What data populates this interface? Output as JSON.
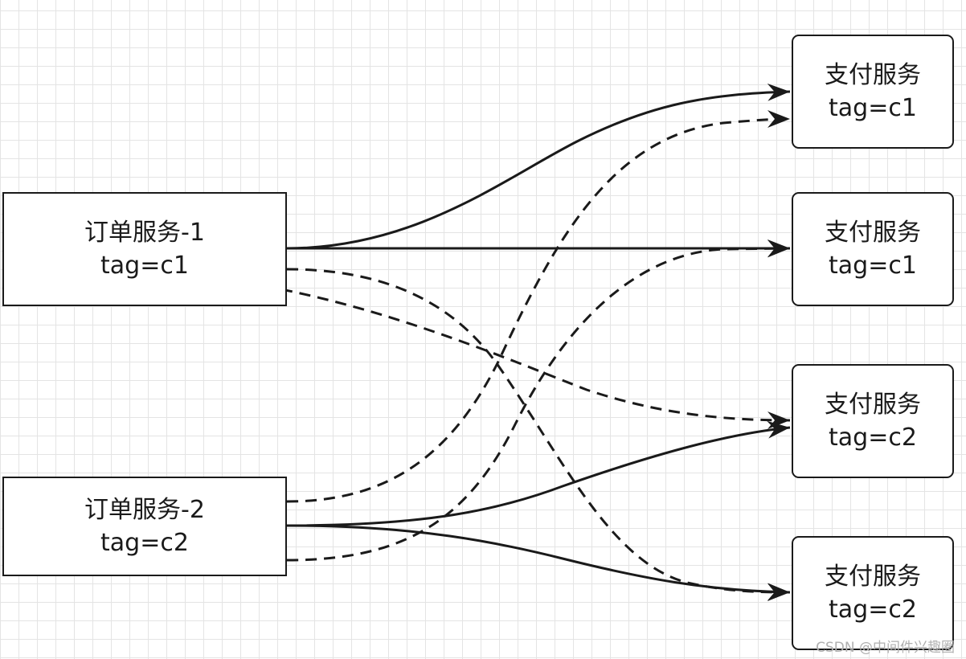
{
  "nodes": {
    "order1": {
      "title": "订单服务-1",
      "tag": "tag=c1"
    },
    "order2": {
      "title": "订单服务-2",
      "tag": "tag=c2"
    },
    "pay1": {
      "title": "支付服务",
      "tag": "tag=c1"
    },
    "pay2": {
      "title": "支付服务",
      "tag": "tag=c1"
    },
    "pay3": {
      "title": "支付服务",
      "tag": "tag=c2"
    },
    "pay4": {
      "title": "支付服务",
      "tag": "tag=c2"
    }
  },
  "edges": [
    {
      "from": "order1",
      "to": "pay1",
      "style": "solid"
    },
    {
      "from": "order1",
      "to": "pay2",
      "style": "solid"
    },
    {
      "from": "order1",
      "to": "pay3",
      "style": "dashed"
    },
    {
      "from": "order1",
      "to": "pay4",
      "style": "dashed"
    },
    {
      "from": "order2",
      "to": "pay1",
      "style": "dashed"
    },
    {
      "from": "order2",
      "to": "pay2",
      "style": "dashed"
    },
    {
      "from": "order2",
      "to": "pay3",
      "style": "solid"
    },
    {
      "from": "order2",
      "to": "pay4",
      "style": "solid"
    }
  ],
  "colors": {
    "line": "#1a1a1a",
    "grid": "#e4e4e4",
    "background": "#ffffff"
  },
  "watermark": "CSDN @中间件兴趣圈"
}
